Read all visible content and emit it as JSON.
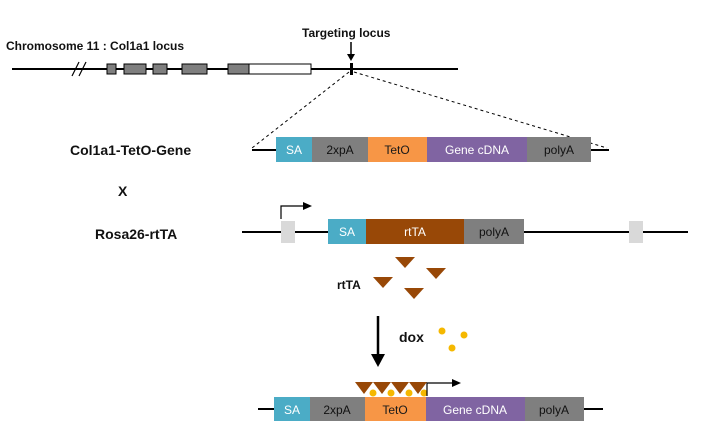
{
  "locus": {
    "chromosome_label": "Chromosome 11 : Col1a1 locus",
    "targeting_label": "Targeting locus"
  },
  "constructs": {
    "col1a1": {
      "label": "Col1a1-TetO-Gene",
      "segments": [
        "SA",
        "2xpA",
        "TetO",
        "Gene cDNA",
        "polyA"
      ]
    },
    "cross_symbol": "X",
    "rosa": {
      "label": "Rosa26-rtTA",
      "segments": [
        "SA",
        "rtTA",
        "polyA"
      ]
    },
    "rttA_label": "rtTA",
    "dox_label": "dox",
    "result": {
      "segments": [
        "SA",
        "2xpA",
        "TetO",
        "Gene cDNA",
        "polyA"
      ]
    }
  },
  "colors": {
    "SA": "#4bacc6",
    "2xpA": "#7f7f7f",
    "TetO": "#f79646",
    "Gene cDNA": "#8064a2",
    "polyA": "#7f7f7f",
    "rtTA": "#984807",
    "exon": "#7f7f7f",
    "dox": "#f5b800",
    "flank": "#d9d9d9"
  }
}
